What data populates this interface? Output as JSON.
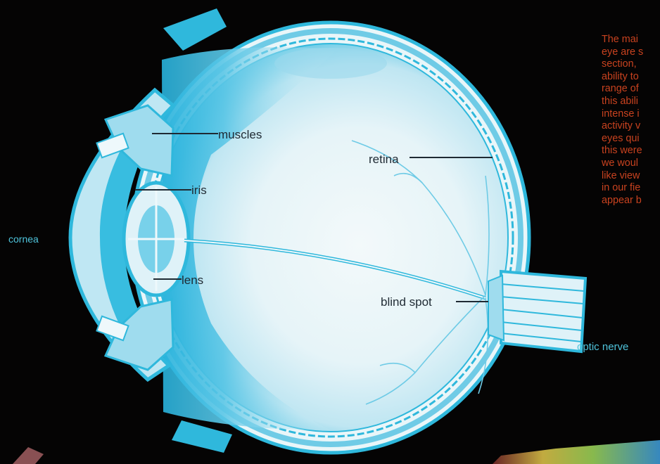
{
  "labels": {
    "muscles": "muscles",
    "retina": "retina",
    "iris": "iris",
    "cornea": "cornea",
    "lens": "lens",
    "blind_spot": "blind spot",
    "optic_nerve": "optic nerve"
  },
  "side_text": [
    "The mai",
    "eye are s",
    "section,",
    "ability to",
    "range of",
    "this abili",
    "intense i",
    "activity v",
    "eyes qui",
    "this were",
    "we woul",
    "like view",
    "in our fie",
    "appear b"
  ],
  "colors": {
    "background": "#050404",
    "eye_fill": "#e9f6f9",
    "eye_blue": "#2fb8dc",
    "label_inner": "#1f2a33",
    "label_outer": "#4fc4dc",
    "side_text": "#c8421f"
  }
}
